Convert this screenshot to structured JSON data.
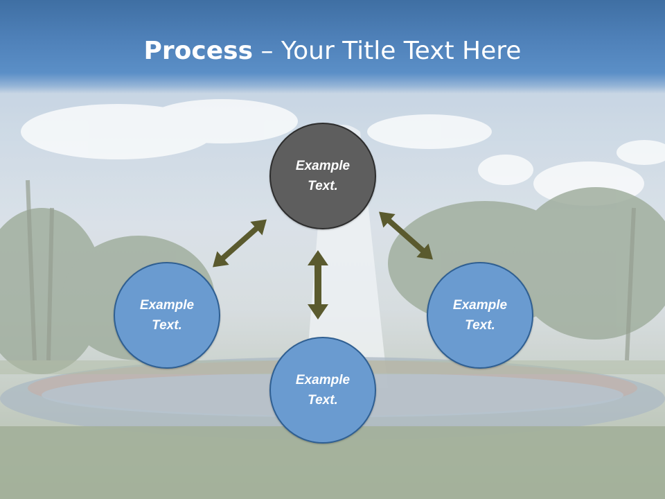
{
  "slide": {
    "title_bold": "Process",
    "title_rest": " – Your Title Text Here"
  },
  "diagram": {
    "nodes": [
      {
        "id": "top",
        "label": "Example\nText.",
        "fill": "#5e5e5e"
      },
      {
        "id": "left",
        "label": "Example\nText.",
        "fill": "#6a9bd0"
      },
      {
        "id": "right",
        "label": "Example\nText.",
        "fill": "#6a9bd0"
      },
      {
        "id": "bottom",
        "label": "Example\nText.",
        "fill": "#6a9bd0"
      }
    ],
    "arrow_color": "#5a5a2e",
    "arrows": [
      {
        "from": "top",
        "to": "left",
        "style": "double-headed"
      },
      {
        "from": "top",
        "to": "right",
        "style": "double-headed"
      },
      {
        "from": "top",
        "to": "bottom",
        "style": "double-headed"
      }
    ]
  },
  "colors": {
    "title_band": "#4e80b8",
    "title_text": "#ffffff"
  }
}
